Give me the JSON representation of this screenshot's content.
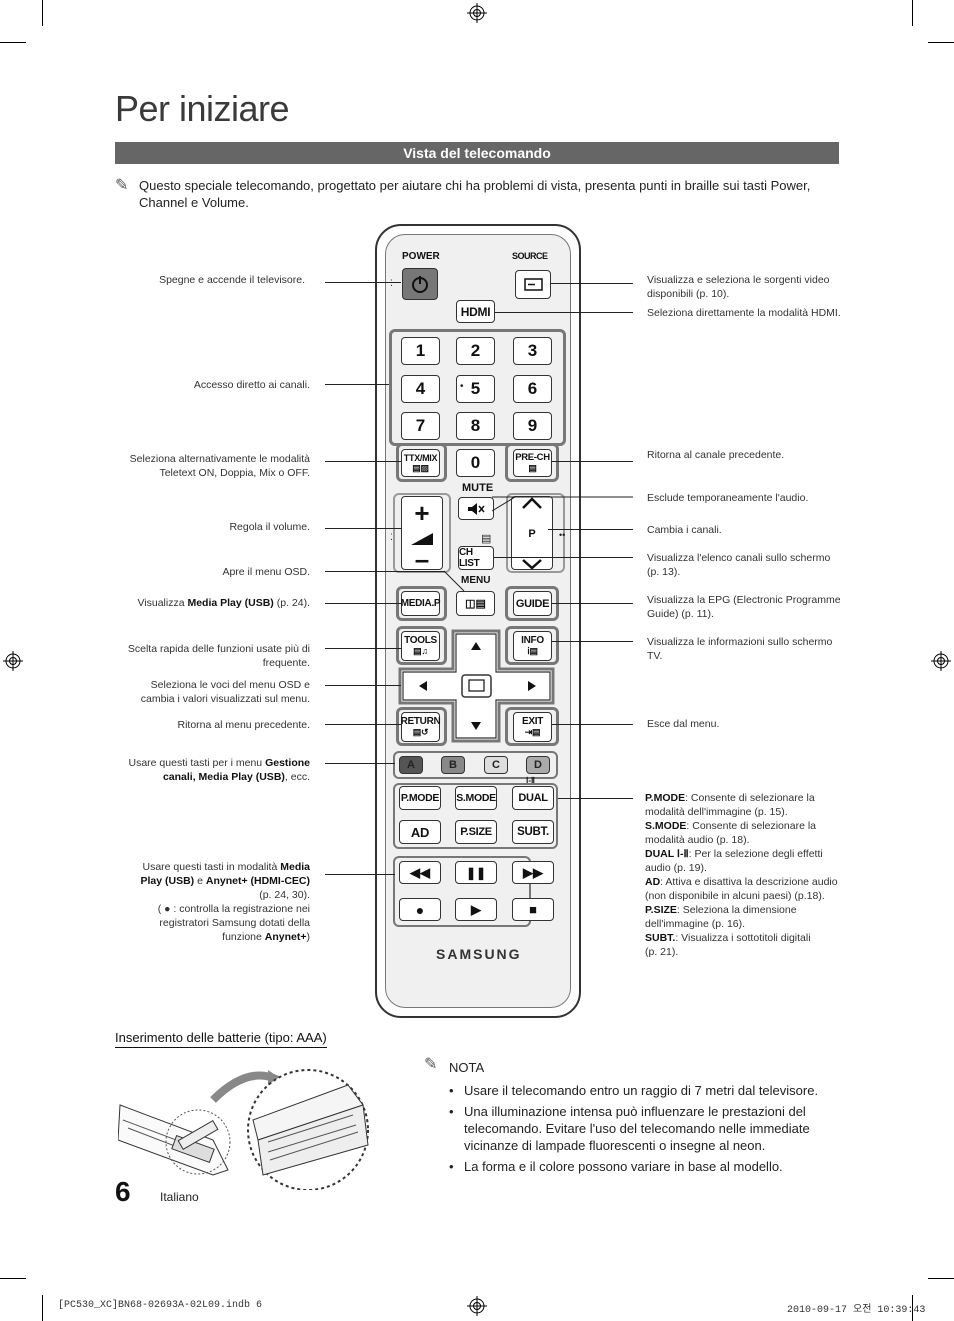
{
  "page": {
    "title": "Per iniziare",
    "section_title": "Vista del telecomando",
    "intro_note": "Questo speciale telecomando, progettato per aiutare chi ha problemi di vista, presenta punti in braille sui tasti Power, Channel e Volume.",
    "page_number": "6",
    "language": "Italiano"
  },
  "left_labels": {
    "power": "Spegne e accende il televisore.",
    "channels": "Accesso diretto ai canali.",
    "ttx_1": "Seleziona alternativamente le modalità",
    "ttx_2": "Teletext ON, Doppia, Mix o OFF.",
    "volume": "Regola il volume.",
    "menu": "Apre il menu OSD.",
    "media_pre": "Visualizza ",
    "media_bold": "Media Play (USB)",
    "media_post": " (p. 24).",
    "tools_1": "Scelta rapida delle funzioni usate più di",
    "tools_2": "frequente.",
    "nav_1": "Seleziona le voci del menu OSD e",
    "nav_2": "cambia i valori visualizzati sul menu.",
    "return": "Ritorna al menu precedente.",
    "color_pre": "Usare questi tasti per i menu ",
    "color_bold1": "Gestione",
    "color_bold2": "canali, Media Play (USB)",
    "color_post": ", ecc.",
    "play_1_pre": "Usare questi tasti in modalità ",
    "play_1_bold": "Media",
    "play_2_bold1": "Play (USB)",
    "play_2_mid": " e ",
    "play_2_bold2": "Anynet+ (HDMI-CEC)",
    "play_3": "(p. 24, 30).",
    "play_4": "( ● : controlla la registrazione nei",
    "play_5": "registratori Samsung dotati della",
    "play_6_pre": "funzione ",
    "play_6_bold": "Anynet+",
    "play_6_post": ")"
  },
  "right_labels": {
    "source_1": "Visualizza e seleziona le sorgenti video",
    "source_2": "disponibili (p. 10).",
    "hdmi": "Seleziona direttamente la modalità HDMI.",
    "prech": "Ritorna al canale precedente.",
    "mute": "Esclude temporaneamente l'audio.",
    "channel": "Cambia i canali.",
    "chlist_1": "Visualizza l'elenco canali sullo schermo",
    "chlist_2": "(p. 13).",
    "guide_1": "Visualizza la EPG (Electronic Programme",
    "guide_2": "Guide) (p. 11).",
    "info_1": "Visualizza le informazioni sullo schermo",
    "info_2": "TV.",
    "exit": "Esce dal menu.",
    "pmode_bold": "P.MODE",
    "pmode_text": ": Consente di selezionare la",
    "pmode_2": "modalità dell'immagine (p. 15).",
    "smode_bold": "S.MODE",
    "smode_text": ": Consente di selezionare la",
    "smode_2": "modalità audio (p. 18).",
    "dual_bold": "DUAL Ⅰ-Ⅱ",
    "dual_text": ": Per la selezione degli effetti",
    "dual_2": "audio (p. 19).",
    "ad_bold": "AD",
    "ad_text": ": Attiva e disattiva la descrizione audio",
    "ad_2": "(non disponibile in alcuni paesi) (p.18).",
    "psize_bold": "P.SIZE",
    "psize_text": ": Seleziona la dimensione",
    "psize_2": "dell'immagine (p. 16).",
    "subt_bold": "SUBT.",
    "subt_text": ": Visualizza i sottotitoli digitali",
    "subt_2": "(p. 21)."
  },
  "remote": {
    "power": "POWER",
    "source": "SOURCE",
    "hdmi": "HDMI",
    "digits": [
      "1",
      "2",
      "3",
      "4",
      "5",
      "6",
      "7",
      "8",
      "9",
      "0"
    ],
    "ttx": "TTX/MIX",
    "prech": "PRE-CH",
    "mute": "MUTE",
    "p": "P",
    "chlist": "CH LIST",
    "menu": "MENU",
    "mediap": "MEDIA.P",
    "guide": "GUIDE",
    "tools": "TOOLS",
    "info": "INFO",
    "return": "RETURN",
    "exit": "EXIT",
    "colors": [
      "A",
      "B",
      "C",
      "D"
    ],
    "dual_mark": "Ⅰ-Ⅱ",
    "pmode": "P.MODE",
    "smode": "S.MODE",
    "dual": "DUAL",
    "ad": "AD",
    "psize": "P.SIZE",
    "subt": "SUBT.",
    "brand": "SAMSUNG",
    "color_fills": [
      "#555555",
      "#888888",
      "#dddddd",
      "#aaaaaa"
    ]
  },
  "batteries": {
    "heading": "Inserimento delle batterie (tipo: AAA)",
    "nota": "NOTA",
    "notes": [
      "Usare il telecomando entro un raggio di 7 metri dal televisore.",
      "Una illuminazione intensa può influenzare le prestazioni del telecomando. Evitare l'uso del telecomando nelle immediate vicinanze di lampade fluorescenti o insegne al neon.",
      "La forma e il colore possono variare in base al modello."
    ]
  },
  "footer": {
    "file": "[PC530_XC]BN68-02693A-02L09.indb   6",
    "date": "2010-09-17   오전 10:39:43"
  }
}
